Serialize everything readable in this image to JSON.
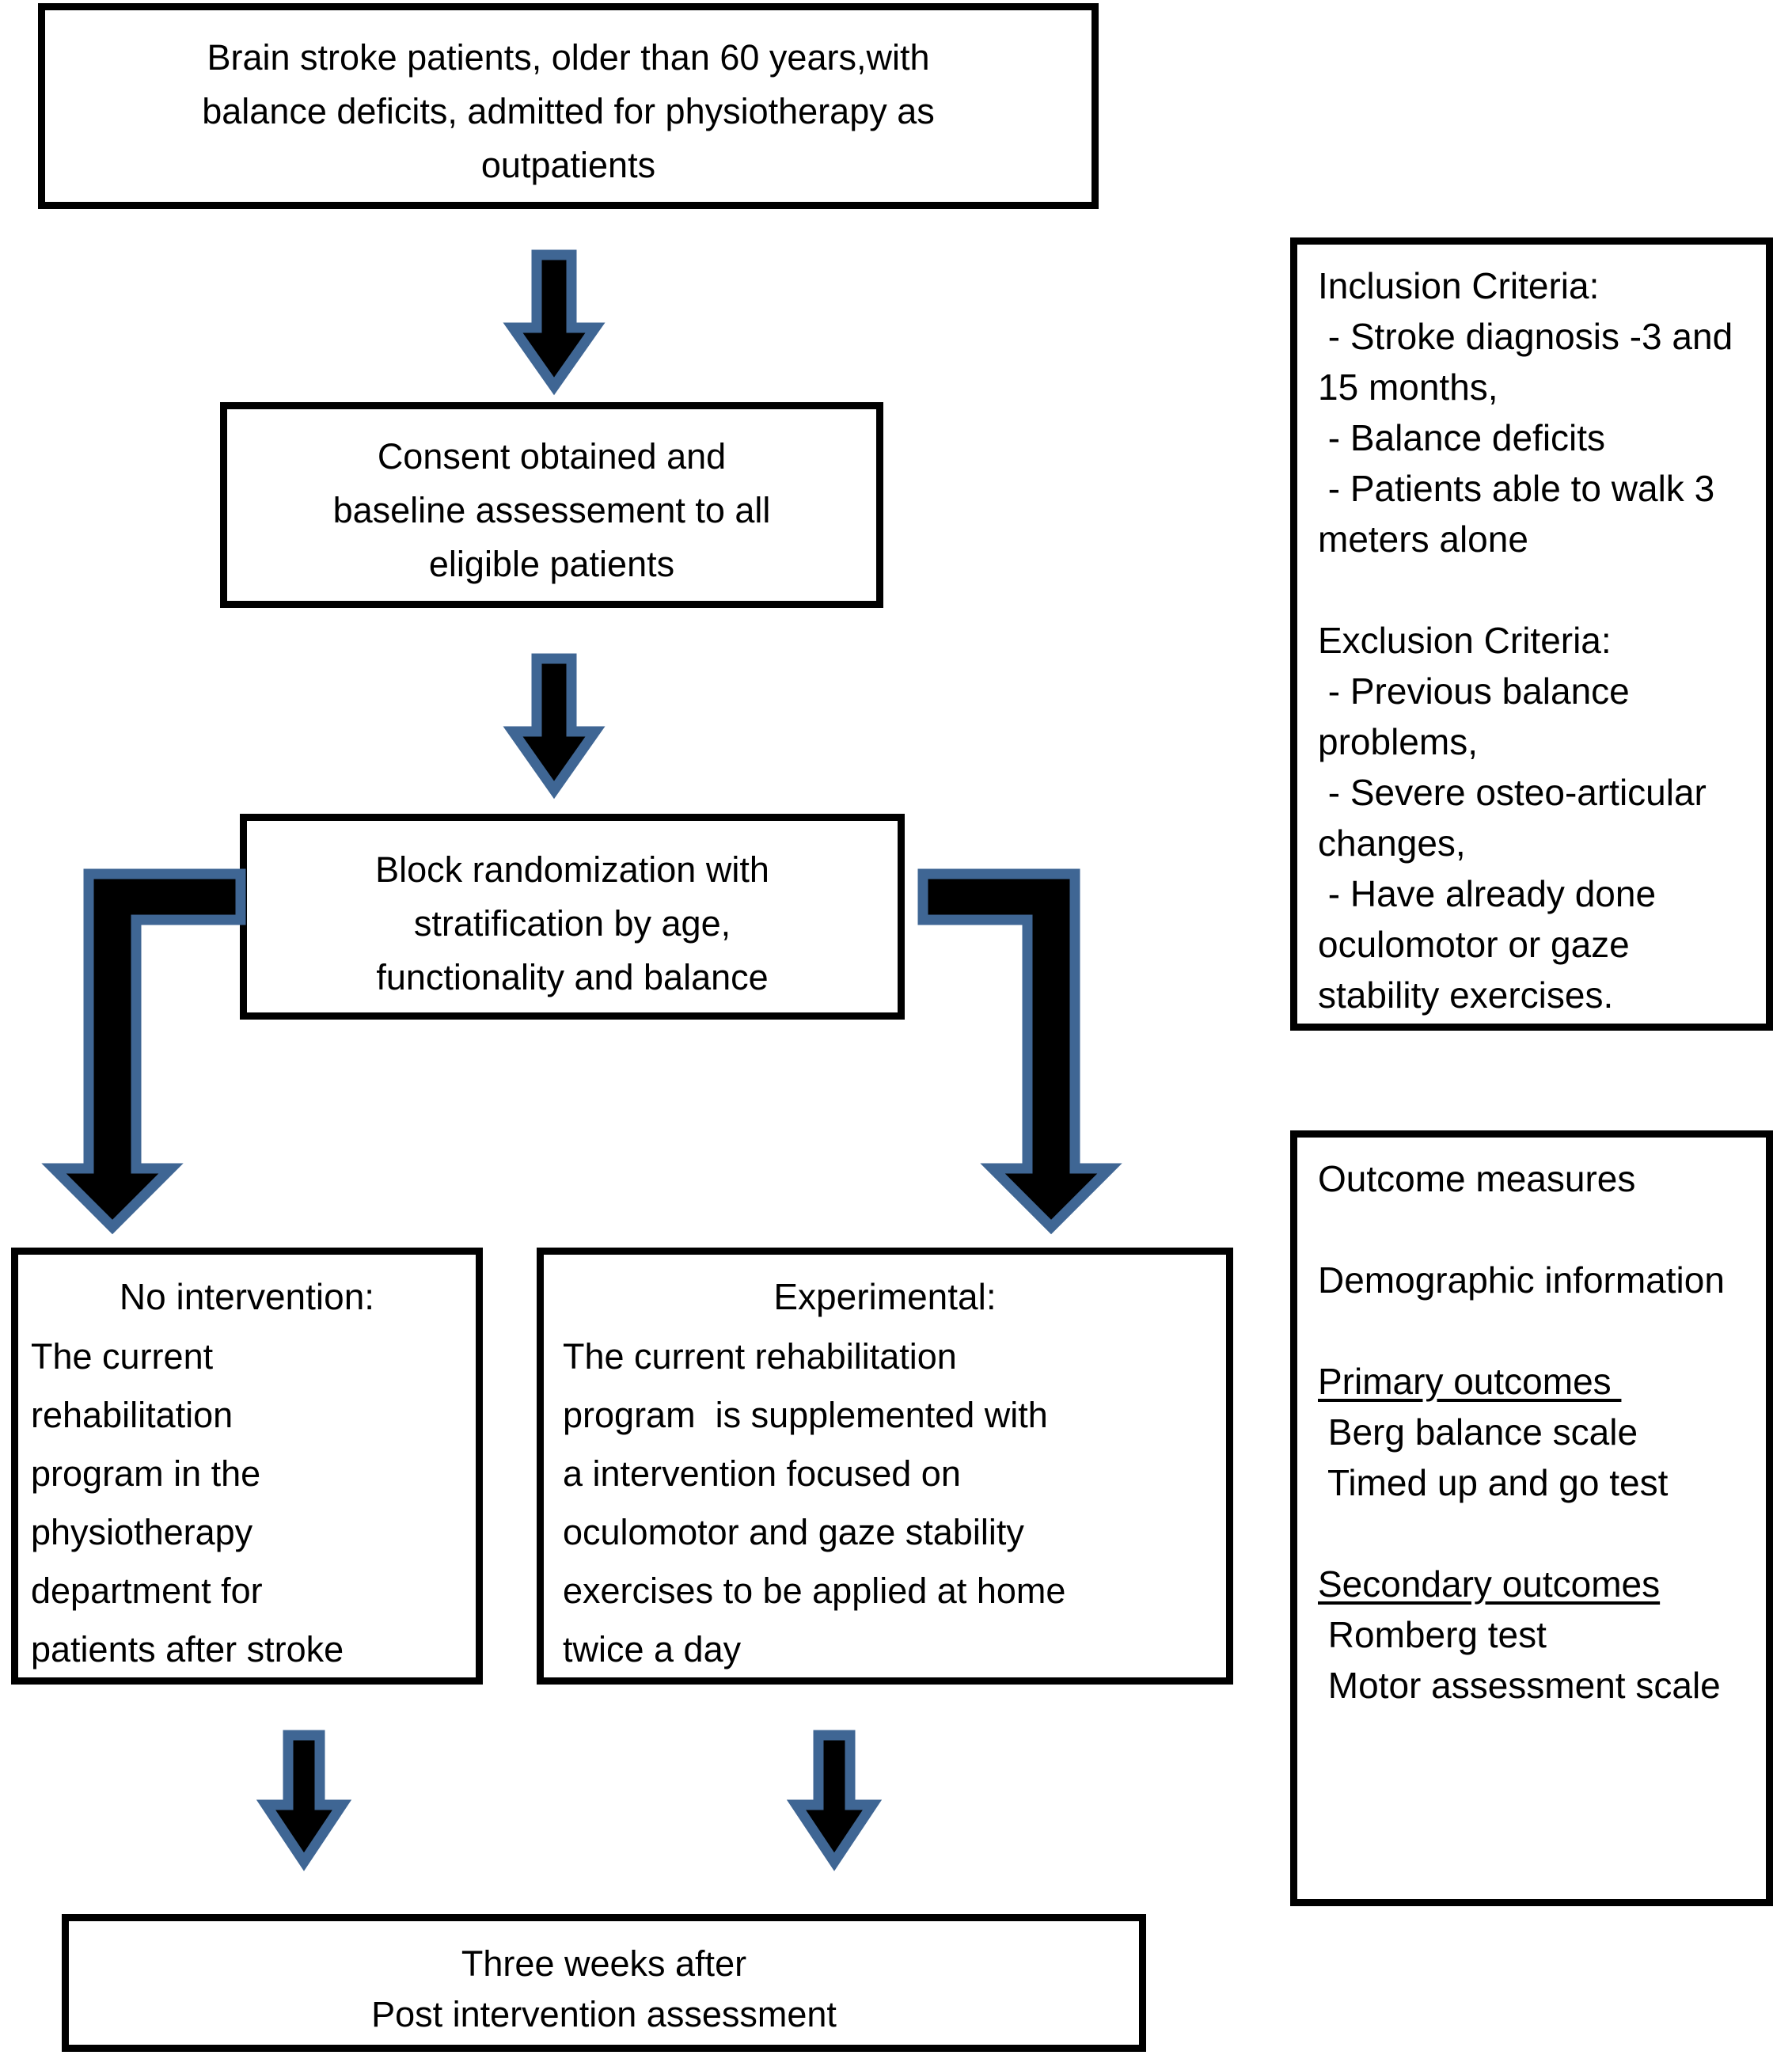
{
  "diagram": {
    "title": "CONSORT-style study flow diagram",
    "colors": {
      "box_border": "#000000",
      "arrow_fill": "#000000",
      "arrow_outline": "#3f6694",
      "background": "#ffffff"
    },
    "nodes": {
      "eligibility": {
        "lines": [
          "Brain stroke patients, older than 60 years,with",
          "balance deficits, admitted for physiotherapy as",
          "outpatients"
        ]
      },
      "consent": {
        "lines": [
          "Consent obtained and",
          "baseline assessement to all",
          "eligible patients"
        ]
      },
      "randomization": {
        "lines": [
          "Block randomization with",
          "stratification by age,",
          "functionality and balance"
        ]
      },
      "control_arm": {
        "title": "No intervention:",
        "lines": [
          "The current",
          "rehabilitation",
          "program in the",
          "physiotherapy",
          "department for",
          "patients after stroke"
        ]
      },
      "experimental_arm": {
        "title": "Experimental:",
        "lines": [
          "The current rehabilitation",
          "program  is supplemented with",
          "a intervention focused on",
          "oculomotor and gaze stability",
          "exercises to be applied at home",
          "twice a day"
        ]
      },
      "followup": {
        "lines": [
          "Three weeks after",
          "Post intervention assessment"
        ]
      }
    },
    "criteria_panel": {
      "inclusion_heading": "Inclusion Criteria:",
      "inclusion_lines": [
        " - Stroke diagnosis -3 and",
        "15 months,",
        " - Balance deficits",
        " - Patients able to walk 3",
        "meters alone"
      ],
      "exclusion_heading": "Exclusion Criteria:",
      "exclusion_lines": [
        " - Previous balance",
        "problems,",
        " - Severe osteo-articular",
        "changes,",
        " - Have already done",
        "oculomotor or gaze",
        "stability exercises."
      ]
    },
    "outcomes_panel": {
      "heading": "Outcome measures",
      "demographics": "Demographic information",
      "primary_heading": "Primary outcomes ",
      "primary_items": [
        " Berg balance scale",
        " Timed up and go test"
      ],
      "secondary_heading": "Secondary outcomes",
      "secondary_items": [
        " Romberg test",
        " Motor assessment scale"
      ]
    },
    "arrows": [
      {
        "name": "arrow-eligibility-to-consent",
        "shape": "down"
      },
      {
        "name": "arrow-consent-to-randomization",
        "shape": "down"
      },
      {
        "name": "arrow-randomization-to-control",
        "shape": "elbow-left-down"
      },
      {
        "name": "arrow-randomization-to-experimental",
        "shape": "elbow-right-down"
      },
      {
        "name": "arrow-control-to-followup",
        "shape": "down"
      },
      {
        "name": "arrow-experimental-to-followup",
        "shape": "down"
      }
    ]
  }
}
